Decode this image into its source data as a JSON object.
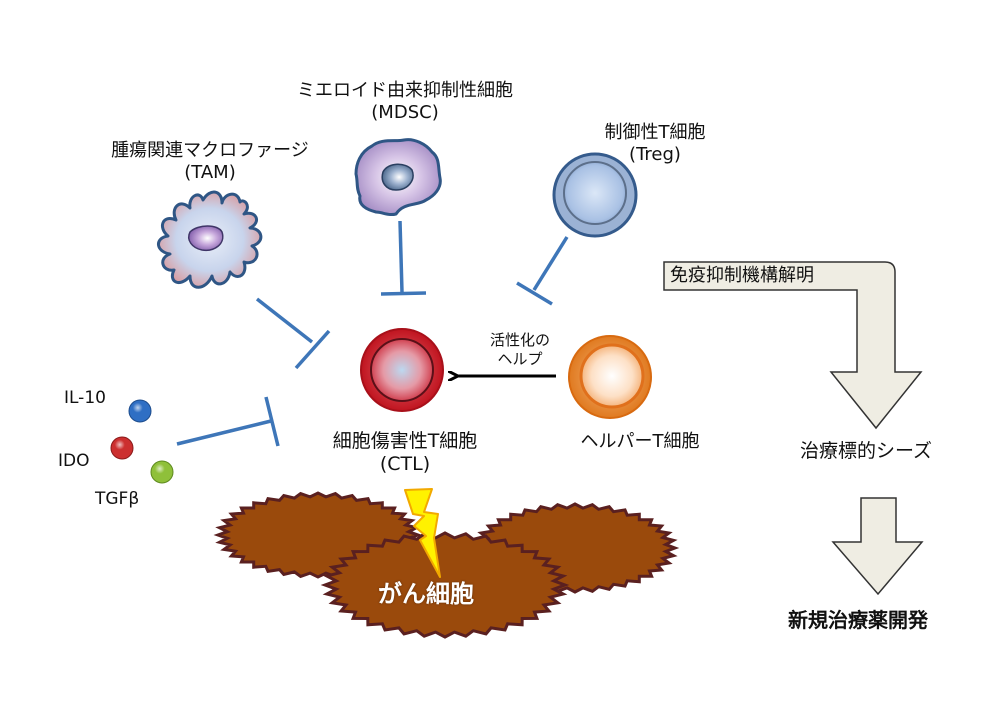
{
  "cells": {
    "tam": {
      "name": "腫瘍関連マクロファージ",
      "abbr": "(TAM)"
    },
    "mdsc": {
      "name": "ミエロイド由来抑制性細胞",
      "abbr": "(MDSC)"
    },
    "treg": {
      "name": "制御性T細胞",
      "abbr": "(Treg)"
    },
    "ctl": {
      "name": "細胞傷害性T細胞",
      "abbr": "(CTL)"
    },
    "helper": {
      "name": "ヘルパーT細胞"
    },
    "cancer": {
      "name": "がん細胞"
    }
  },
  "help_arrow": {
    "line1": "活性化の",
    "line2": "ヘルプ"
  },
  "factors": [
    {
      "label": "IL-10",
      "color": "#2f6fc4"
    },
    {
      "label": "IDO",
      "color": "#cc2f2f"
    },
    {
      "label": "TGFβ",
      "color": "#8fc03a"
    }
  ],
  "flow": {
    "step1": "免疫抑制機構解明",
    "step2": "治療標的シーズ",
    "step3": "新規治療薬開発"
  },
  "colors": {
    "inhibition_line": "#3e76b8",
    "cancer_fill": "#9a4a0c",
    "cancer_stroke": "#5a2020",
    "lightning": "#ffee00",
    "flow_arrow_fill": "#efede3"
  }
}
